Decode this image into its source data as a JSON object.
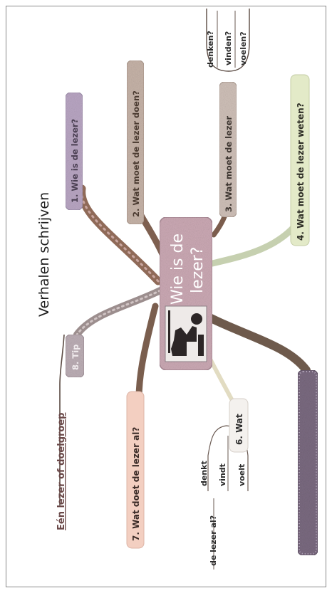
{
  "page": {
    "title": "Verhalen schrijven",
    "subtitle_link": "Eén lezer of doelgroep"
  },
  "center": {
    "label": "Wie is de lezer?",
    "line1": "Wie is de",
    "line2": "lezer?",
    "icon": "person-reading-at-desk"
  },
  "branches": {
    "b1": "1. Wie is de lezer?",
    "b2": "2. Wat moet de lezer doen?",
    "b3": "3. Wat moet de lezer",
    "b3_sub": [
      "denken?",
      "vinden?",
      "voelen?"
    ],
    "b4": "4. Wat moet de lezer weten?",
    "b6": "6. Wat",
    "b6_sub": [
      "denkt",
      "vindt",
      "voelt"
    ],
    "b6_tail": "de lezer al?",
    "b7": "7. Wat doet de lezer al?",
    "b8": "8. Tip"
  },
  "colors": {
    "branch_brown": "#8a6a52",
    "branch_pink": "#d2a6a6",
    "branch_green": "#a8bc98",
    "node_purple": "#b6a6c4",
    "node_center": "#c9a7b0",
    "node_orange": "#e9c9a0",
    "node_yellow": "#eee29a",
    "node_green": "#cfe0b0",
    "node_peach": "#f1d3b0"
  }
}
